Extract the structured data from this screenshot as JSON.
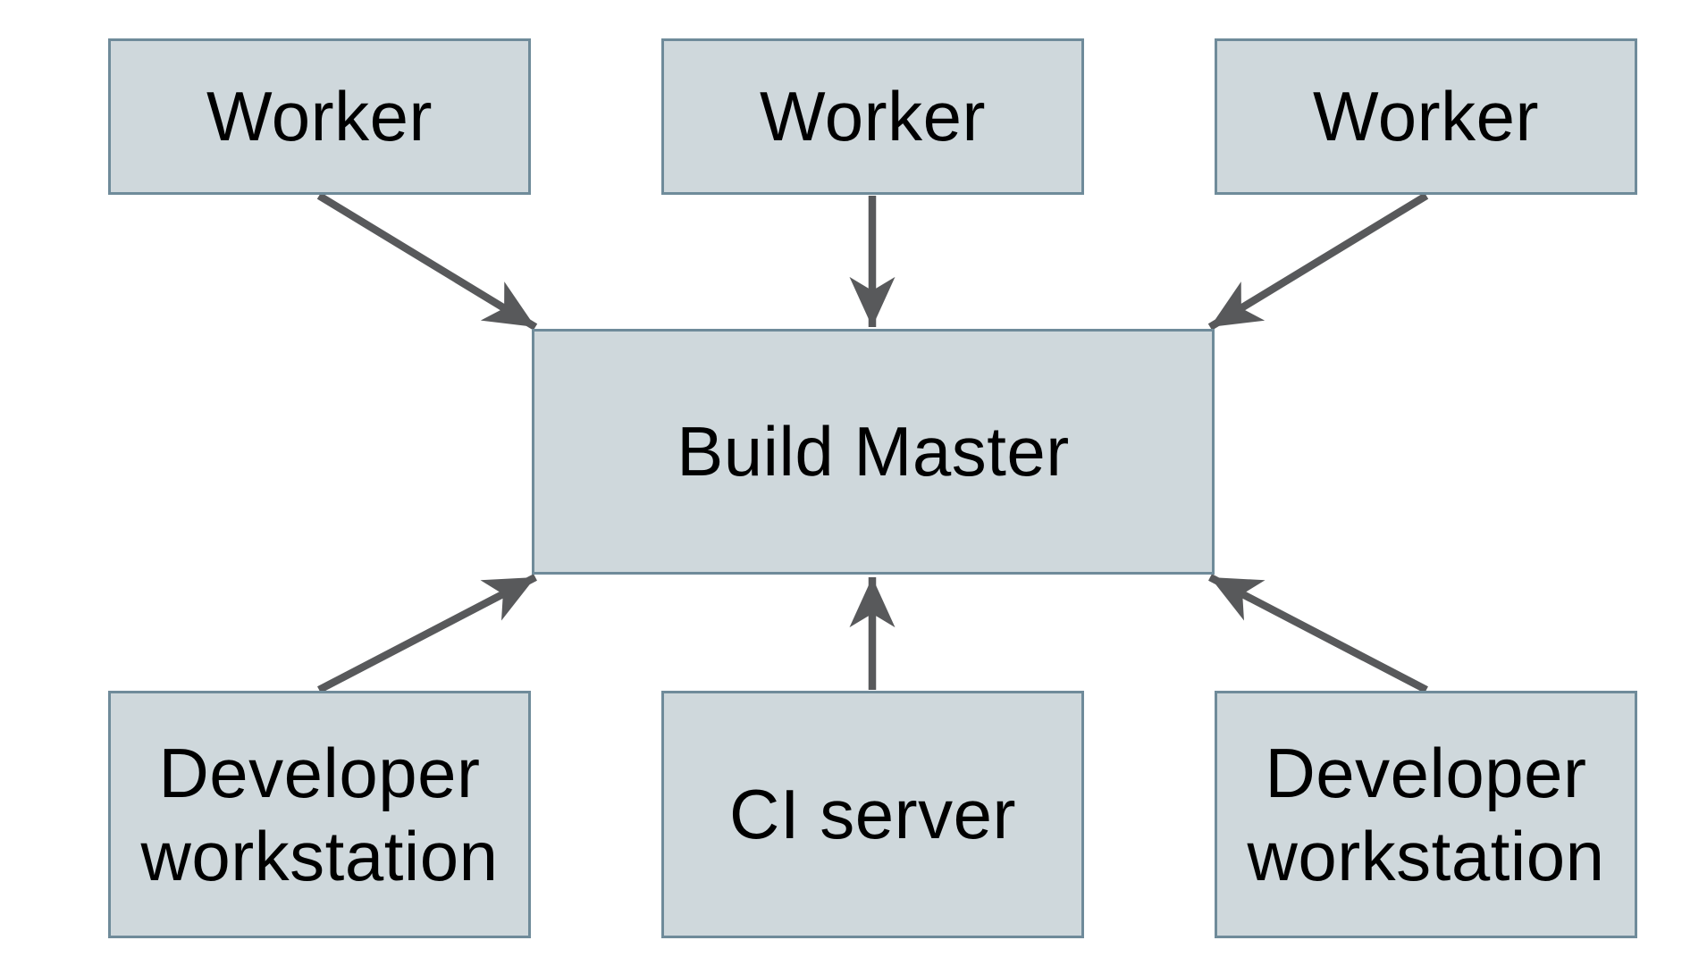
{
  "styles": {
    "background": "#ffffff",
    "node_fill": "#cfd8dc",
    "node_border": "#6f8b9a",
    "arrow_color": "#58595b",
    "text_color": "#000000"
  },
  "nodes": {
    "worker_1": {
      "label": "Worker"
    },
    "worker_2": {
      "label": "Worker"
    },
    "worker_3": {
      "label": "Worker"
    },
    "build_master": {
      "label": "Build Master"
    },
    "dev_workstation_left": {
      "label": "Developer workstation"
    },
    "ci_server": {
      "label": "CI server"
    },
    "dev_workstation_right": {
      "label": "Developer workstation"
    }
  },
  "edges": [
    {
      "from": "worker_1",
      "to": "build_master"
    },
    {
      "from": "worker_2",
      "to": "build_master"
    },
    {
      "from": "worker_3",
      "to": "build_master"
    },
    {
      "from": "dev_workstation_left",
      "to": "build_master"
    },
    {
      "from": "ci_server",
      "to": "build_master"
    },
    {
      "from": "dev_workstation_right",
      "to": "build_master"
    }
  ]
}
